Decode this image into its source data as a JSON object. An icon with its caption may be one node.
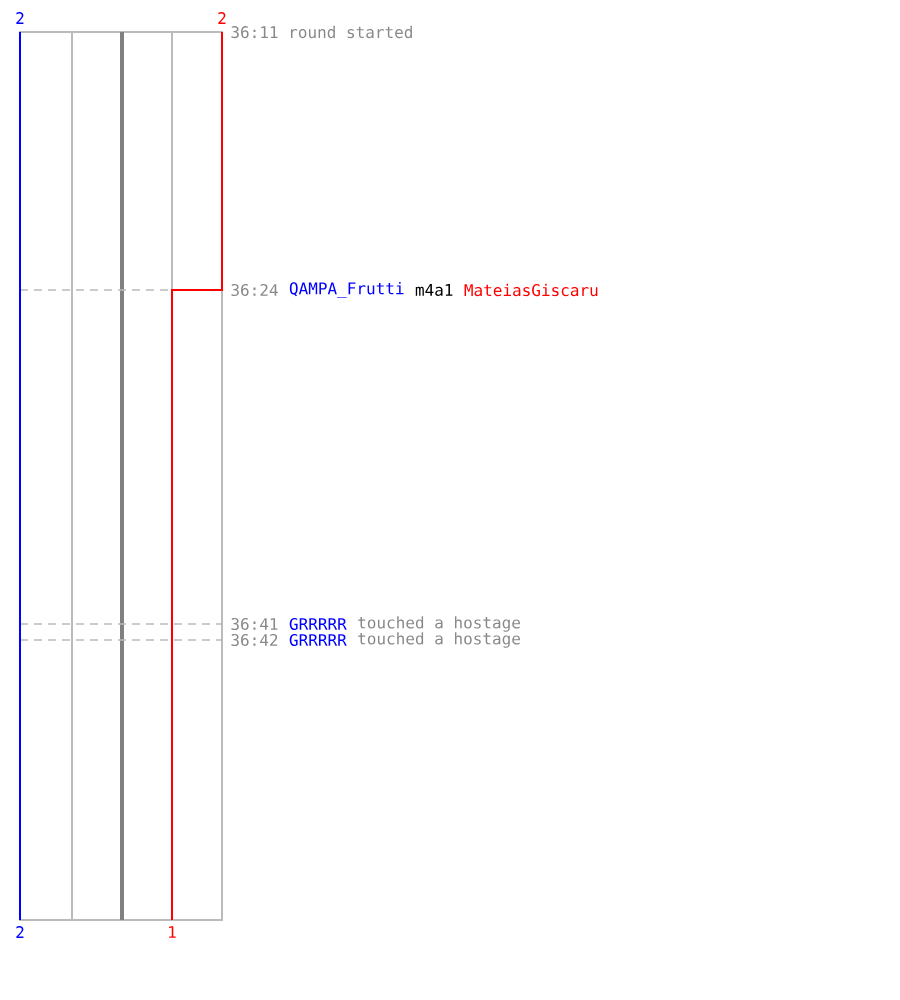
{
  "diagram": {
    "labels": [
      "2",
      "2",
      "36:11 round started",
      "36:24",
      "QAMPA_Frutti",
      "m4a1",
      "MateiasGiscaru",
      "36:41",
      "GRRRRR",
      "touched a hostage",
      "36:42",
      "GRRRRR",
      "touched a hostage",
      "2",
      "1"
    ]
  }
}
